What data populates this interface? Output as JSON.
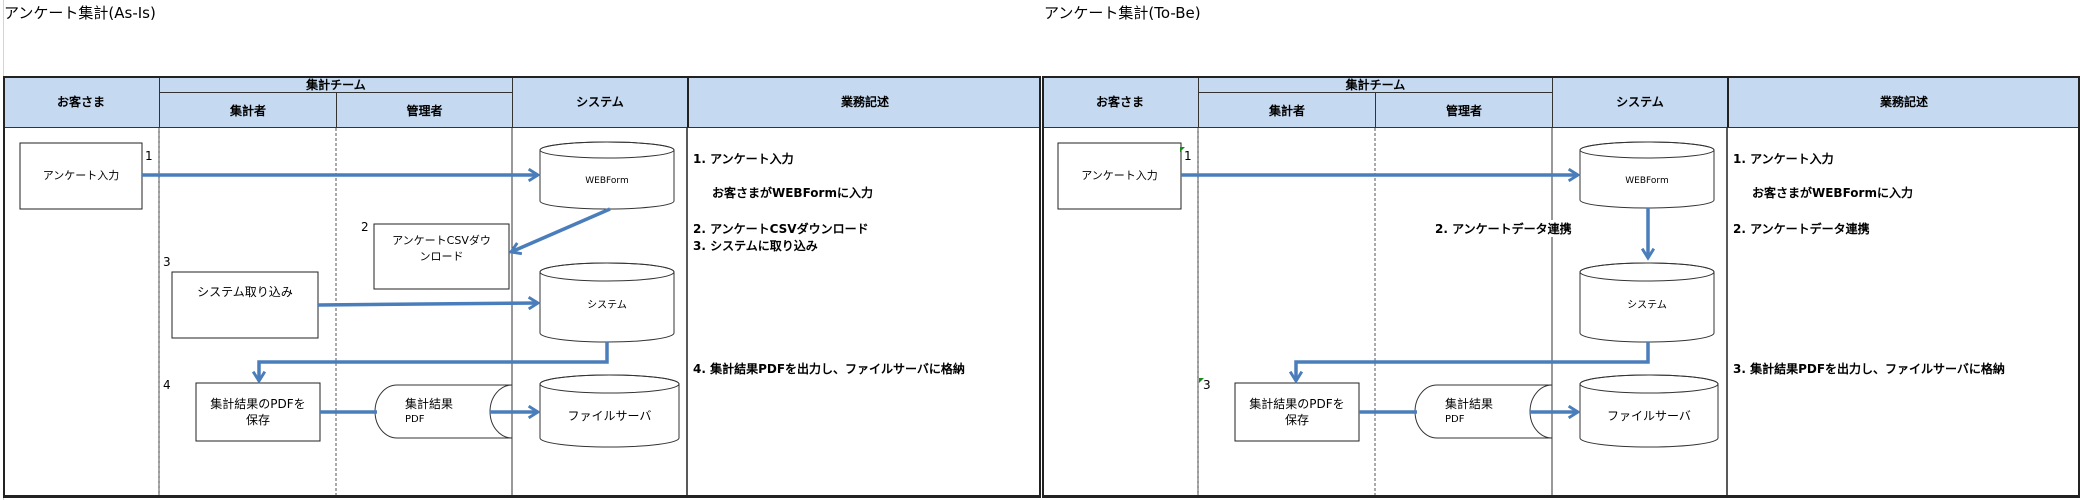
{
  "colors": {
    "header_bg": "#c5d9f1",
    "arrow": "#4a7ebb",
    "border": "#222222"
  },
  "asis": {
    "title": "アンケート集計(As-Is)",
    "headers": {
      "customer": "お客さま",
      "team": "集計チーム",
      "aggregator": "集計者",
      "manager": "管理者",
      "system": "システム",
      "description": "業務記述"
    },
    "steps": [
      "1",
      "2",
      "3",
      "4"
    ],
    "boxes": {
      "survey_input": "アンケート入力",
      "csv_download": [
        "アンケートCSVダウ",
        "ンロード"
      ],
      "system_import": "システム取り込み",
      "save_pdf": [
        "集計結果のPDFを",
        "保存"
      ]
    },
    "stored_data": [
      "集計結果",
      "PDF"
    ],
    "cylinders": {
      "webform": "WEBForm",
      "system": "システム",
      "file_server": "ファイルサーバ"
    },
    "descriptions": [
      "1. アンケート入力",
      "お客さまがWEBFormに入力",
      "2. アンケートCSVダウンロード",
      "3. システムに取り込み",
      "4. 集計結果PDFを出力し、ファイルサーバに格納"
    ]
  },
  "tobe": {
    "title": "アンケート集計(To-Be)",
    "headers": {
      "customer": "お客さま",
      "team": "集計チーム",
      "aggregator": "集計者",
      "manager": "管理者",
      "system": "システム",
      "description": "業務記述"
    },
    "steps": [
      "1",
      "3"
    ],
    "flow_label": "2. アンケートデータ連携",
    "boxes": {
      "survey_input": "アンケート入力",
      "save_pdf": [
        "集計結果のPDFを",
        "保存"
      ]
    },
    "stored_data": [
      "集計結果",
      "PDF"
    ],
    "cylinders": {
      "webform": "WEBForm",
      "system": "システム",
      "file_server": "ファイルサーバ"
    },
    "descriptions": [
      "1. アンケート入力",
      "お客さまがWEBFormに入力",
      "2. アンケートデータ連携",
      "3. 集計結果PDFを出力し、ファイルサーバに格納"
    ]
  }
}
